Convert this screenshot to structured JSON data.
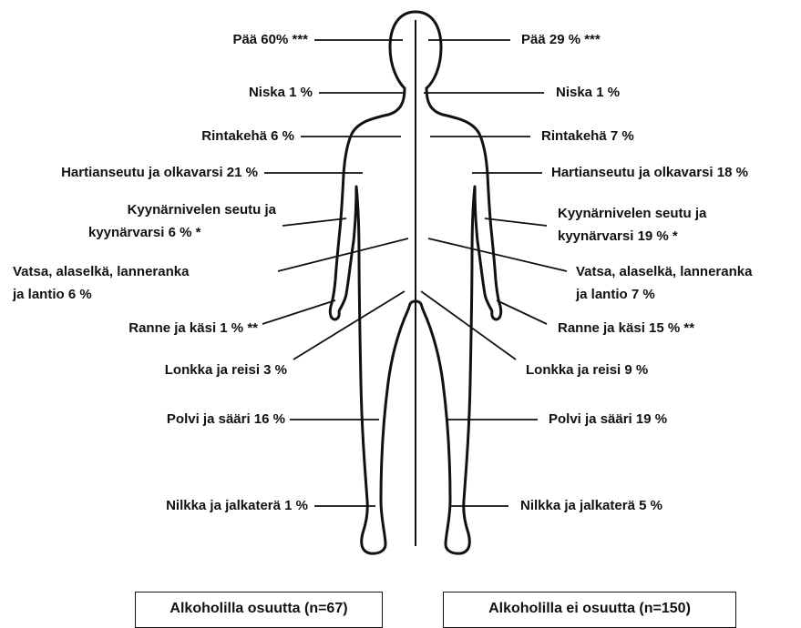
{
  "left_labels": {
    "paa": "Pää 60% ***",
    "niska": "Niska 1 %",
    "rintakeha": "Rintakehä 6 %",
    "hartia": "Hartianseutu ja olkavarsi 21 %",
    "kyynar_1": "Kyynärnivelen seutu ja",
    "kyynar_2": "kyynärvarsi 6 % *",
    "vatsa_1": "Vatsa, alaselkä, lanneranka",
    "vatsa_2": "ja lantio 6 %",
    "ranne": "Ranne ja käsi 1 % **",
    "lonkka": "Lonkka ja reisi 3 %",
    "polvi": "Polvi ja sääri 16 %",
    "nilkka": "Nilkka ja jalkaterä 1 %"
  },
  "right_labels": {
    "paa": "Pää 29 % ***",
    "niska": "Niska 1 %",
    "rintakeha": "Rintakehä 7 %",
    "hartia": "Hartianseutu ja olkavarsi 18 %",
    "kyynar_1": "Kyynärnivelen seutu ja",
    "kyynar_2": "kyynärvarsi 19 % *",
    "vatsa_1": "Vatsa, alaselkä, lanneranka",
    "vatsa_2": "ja lantio 7 %",
    "ranne": "Ranne ja käsi 15 % **",
    "lonkka": "Lonkka ja reisi 9 %",
    "polvi": "Polvi ja sääri 19 %",
    "nilkka": "Nilkka ja jalkaterä 5 %"
  },
  "legend": {
    "left": "Alkoholilla osuutta (n=67)",
    "right": "Alkoholilla ei osuutta (n=150)"
  },
  "colors": {
    "ink": "#111111",
    "background": "#ffffff"
  }
}
